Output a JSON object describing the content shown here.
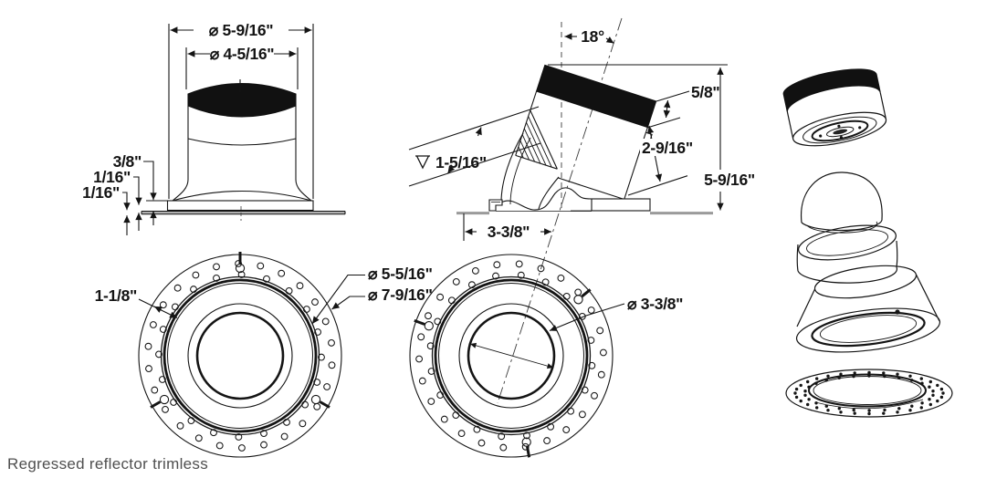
{
  "caption": "Regressed reflector trimless",
  "colors": {
    "line": "#141414",
    "centerline": "#3a3a3a",
    "ceiling_gray": "#9a9a9a",
    "caption_text": "#4f4f4f"
  },
  "side_view": {
    "outer_diameter": "⌀ 5-9/16\"",
    "inner_diameter": "⌀ 4-5/16\"",
    "flange_height": "3/8\"",
    "plate_thickness": "1/16\"",
    "trim_reveal": "1/16\""
  },
  "tilt_view": {
    "tilt_angle": "18°",
    "cap_height": "5/8\"",
    "body_extension": "2-9/16\"",
    "overall_height": "5-9/16\"",
    "regression_depth": "1-5/16\"",
    "aperture_offset": "3-3/8\""
  },
  "trim_view": {
    "flange_width": "1-1/8\"",
    "inner_ring_diameter": "⌀ 5-5/16\"",
    "outer_flange_diameter": "⌀ 7-9/16\""
  },
  "aperture_view": {
    "aperture_diameter": "⌀ 3-3/8\""
  }
}
